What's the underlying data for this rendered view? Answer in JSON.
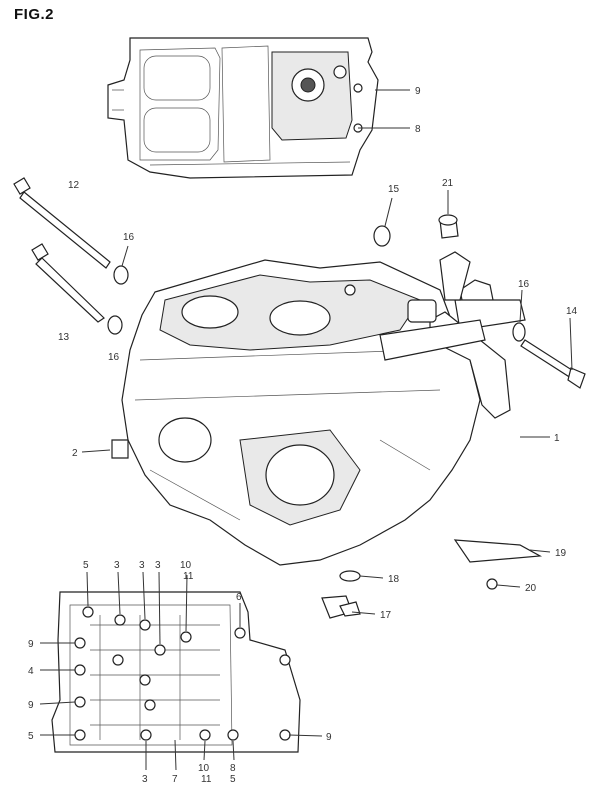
{
  "figure": {
    "title": "FIG.2"
  },
  "callouts": {
    "c1": "1",
    "c2": "2",
    "c3a": "3",
    "c3b": "3",
    "c3c": "3",
    "c3d": "3",
    "c4": "4",
    "c5a": "5",
    "c5b": "5",
    "c5c": "5",
    "c6": "6",
    "c7": "7",
    "c8a": "8",
    "c8b": "8",
    "c9a": "9",
    "c9b": "9",
    "c9c": "9",
    "c9d": "9",
    "c10a": "10",
    "c10b": "10",
    "c11a": "11",
    "c11b": "11",
    "c12": "12",
    "c13": "13",
    "c14": "14",
    "c15": "15",
    "c16a": "16",
    "c16b": "16",
    "c16c": "16",
    "c17": "17",
    "c18": "18",
    "c19": "19",
    "c20": "20",
    "c21": "21"
  }
}
